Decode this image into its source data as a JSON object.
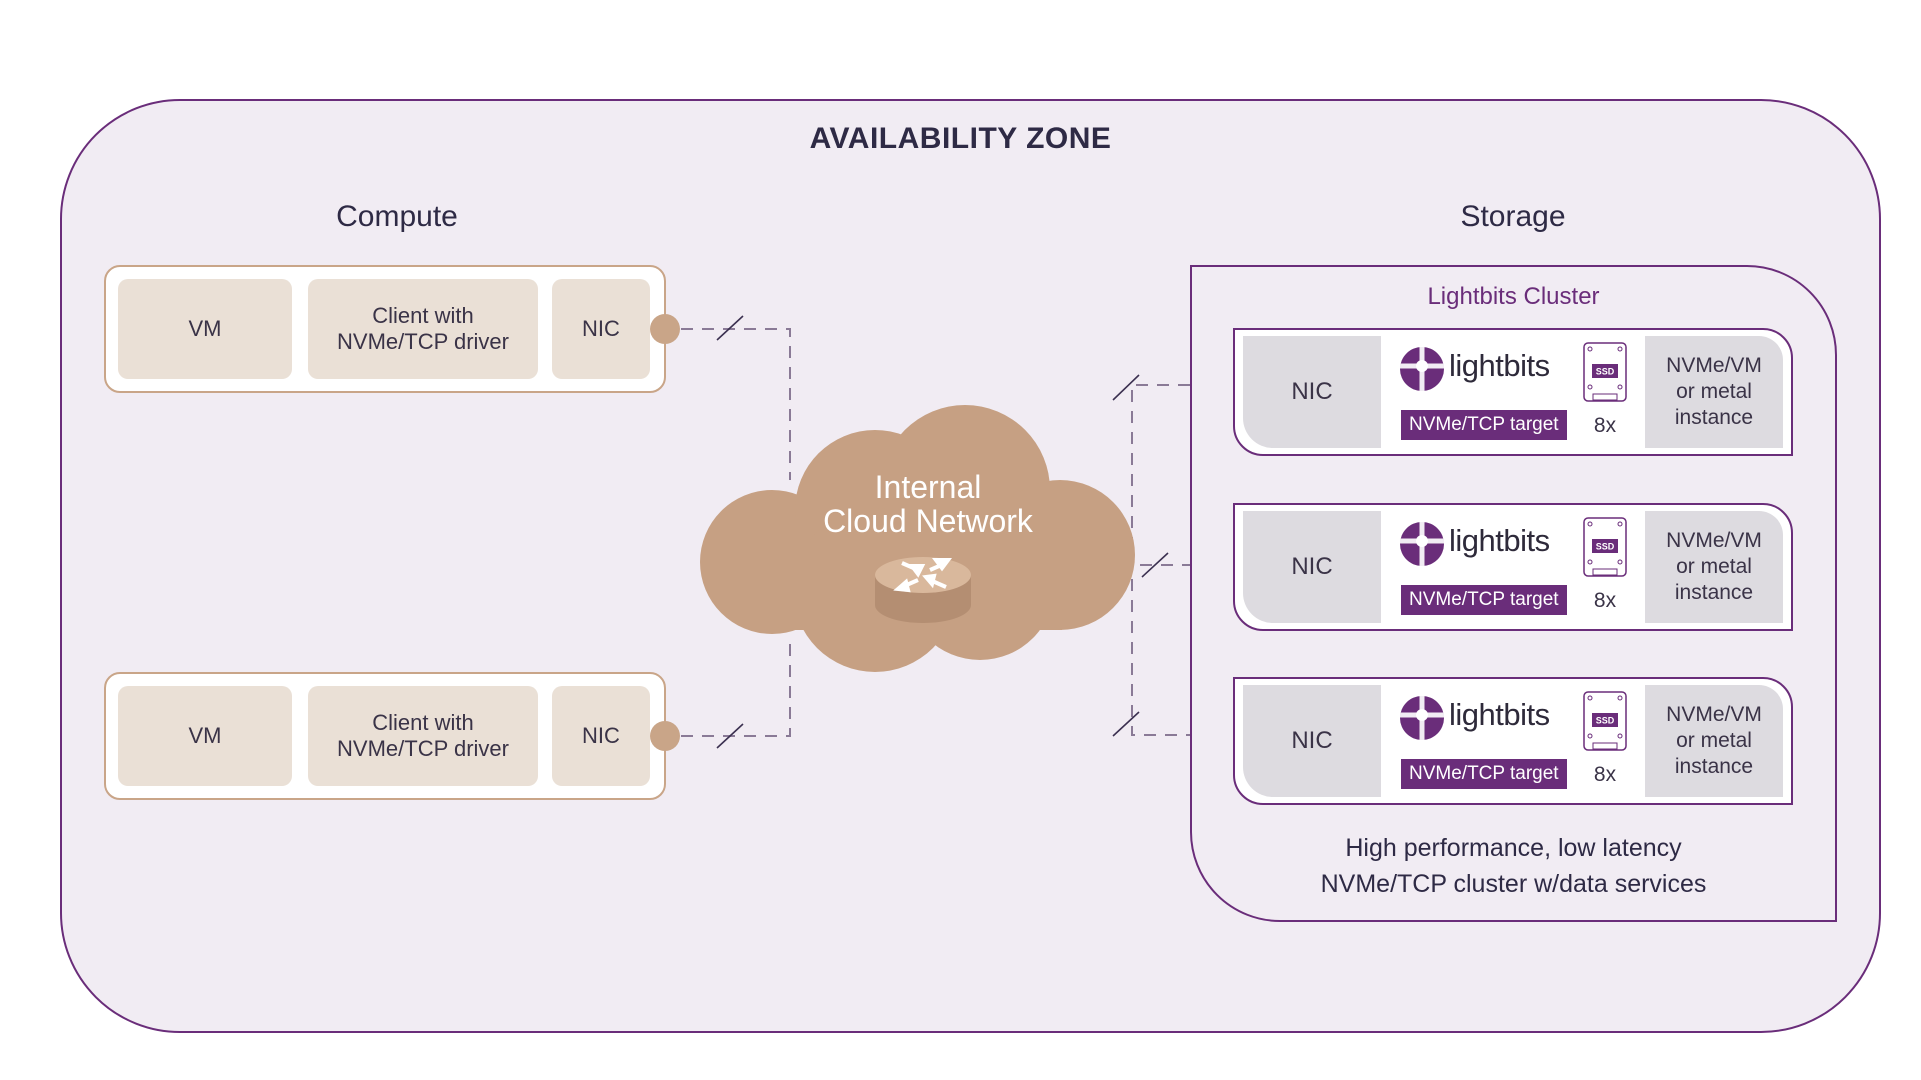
{
  "zone": {
    "title": "AVAILABILITY ZONE"
  },
  "compute": {
    "label": "Compute",
    "hosts": [
      {
        "vm": "VM",
        "client": "Client with NVMe/TCP driver",
        "client_line1": "Client with",
        "client_line2": "NVMe/TCP driver",
        "nic": "NIC"
      },
      {
        "vm": "VM",
        "client": "Client with NVMe/TCP driver",
        "client_line1": "Client with",
        "client_line2": "NVMe/TCP driver",
        "nic": "NIC"
      }
    ]
  },
  "network": {
    "line1": "Internal",
    "line2": "Cloud Network",
    "icon": "router-icon"
  },
  "storage": {
    "label": "Storage",
    "cluster_title": "Lightbits Cluster",
    "nodes": [
      {
        "nic": "NIC",
        "logo": "lightbits",
        "target": "NVMe/TCP target",
        "ssd_label": "SSD",
        "ssd_count": "8x",
        "instance_line1": "NVMe/VM",
        "instance_line2": "or metal",
        "instance_line3": "instance"
      },
      {
        "nic": "NIC",
        "logo": "lightbits",
        "target": "NVMe/TCP target",
        "ssd_label": "SSD",
        "ssd_count": "8x",
        "instance_line1": "NVMe/VM",
        "instance_line2": "or metal",
        "instance_line3": "instance"
      },
      {
        "nic": "NIC",
        "logo": "lightbits",
        "target": "NVMe/TCP target",
        "ssd_label": "SSD",
        "ssd_count": "8x",
        "instance_line1": "NVMe/VM",
        "instance_line2": "or metal",
        "instance_line3": "instance"
      }
    ],
    "footer_line1": "High performance, low latency",
    "footer_line2": "NVMe/TCP cluster w/data services"
  },
  "colors": {
    "brand_purple": "#6a2d7a",
    "tan": "#c9a588",
    "zone_bg": "#f1ecf3",
    "nic_gray": "#dddbe0",
    "compute_fill": "#eae0d6"
  }
}
